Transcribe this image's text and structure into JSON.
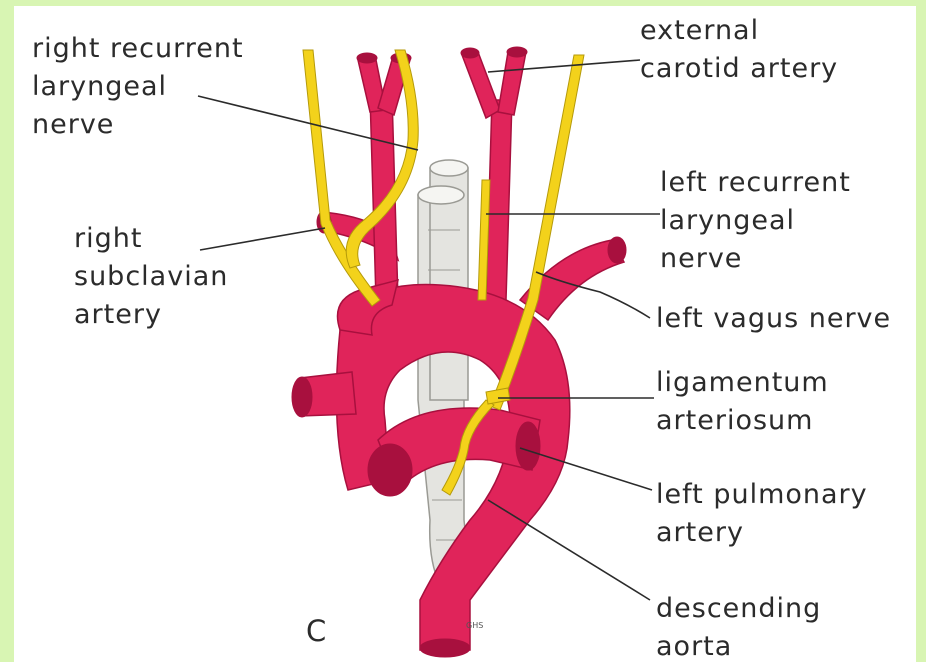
{
  "labels": {
    "right_recurrent_laryngeal_nerve": "right recurrent\nlaryngeal\nnerve",
    "external_carotid_artery": "external\ncarotid artery",
    "left_recurrent_laryngeal_nerve": "left recurrent\nlaryngeal\nnerve",
    "right_subclavian_artery": "right\nsubclavian\nartery",
    "left_vagus_nerve": "left vagus nerve",
    "ligamentum_arteriosum": "ligamentum\narteriosum",
    "left_pulmonary_artery": "left pulmonary\nartery",
    "descending_aorta": "descending\naorta",
    "panel_letter": "C"
  },
  "colors": {
    "artery": "#e0245a",
    "artery_dark": "#a8103e",
    "nerve": "#f3d21b",
    "nerve_dark": "#b59a0a",
    "trachea": "#e4e4e0",
    "trachea_dark": "#9a9a94",
    "leader": "#2b2b2b",
    "frame": "#d8f5b3"
  }
}
